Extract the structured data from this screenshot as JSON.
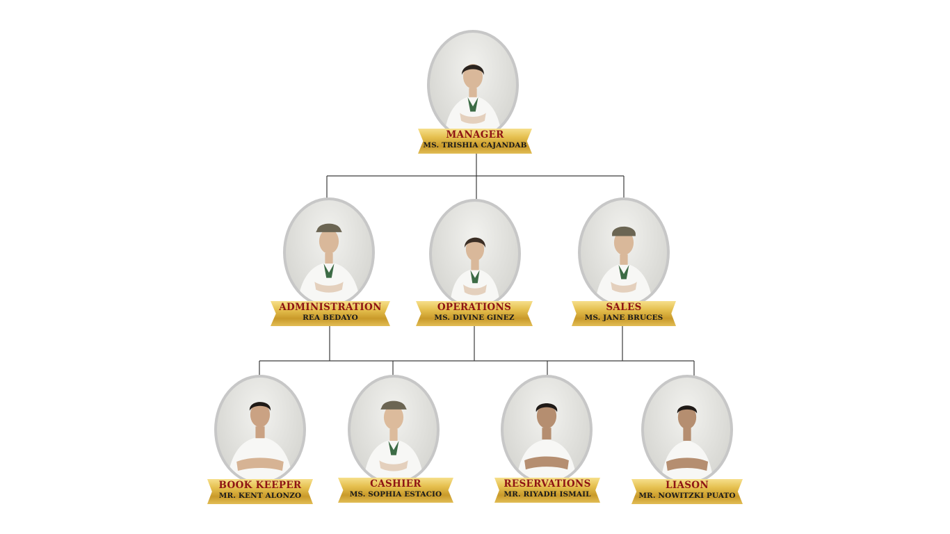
{
  "org_chart": {
    "top": {
      "role": "MANAGER",
      "name": "MS. TRISHIA CAJANDAB"
    },
    "level2": [
      {
        "role": "ADMINISTRATION",
        "name": "REA BEDAYO"
      },
      {
        "role": "OPERATIONS",
        "name": "MS. DIVINE GINEZ"
      },
      {
        "role": "SALES",
        "name": "MS. JANE BRUCES"
      }
    ],
    "level3": [
      {
        "role": "BOOK KEEPER",
        "name": "MR. KENT ALONZO"
      },
      {
        "role": "CASHIER",
        "name": "MS. SOPHIA ESTACIO"
      },
      {
        "role": "RESERVATIONS",
        "name": "MR. RIYADH ISMAIL"
      },
      {
        "role": "LIASON",
        "name": "MR. NOWITZKI PUATO"
      }
    ]
  },
  "colors": {
    "role_text": "#8e1414",
    "name_text": "#1a1a1a",
    "banner_gold": "#d9ad3c",
    "frame_grey": "#c7c7c7",
    "line": "#3a3a3a"
  }
}
